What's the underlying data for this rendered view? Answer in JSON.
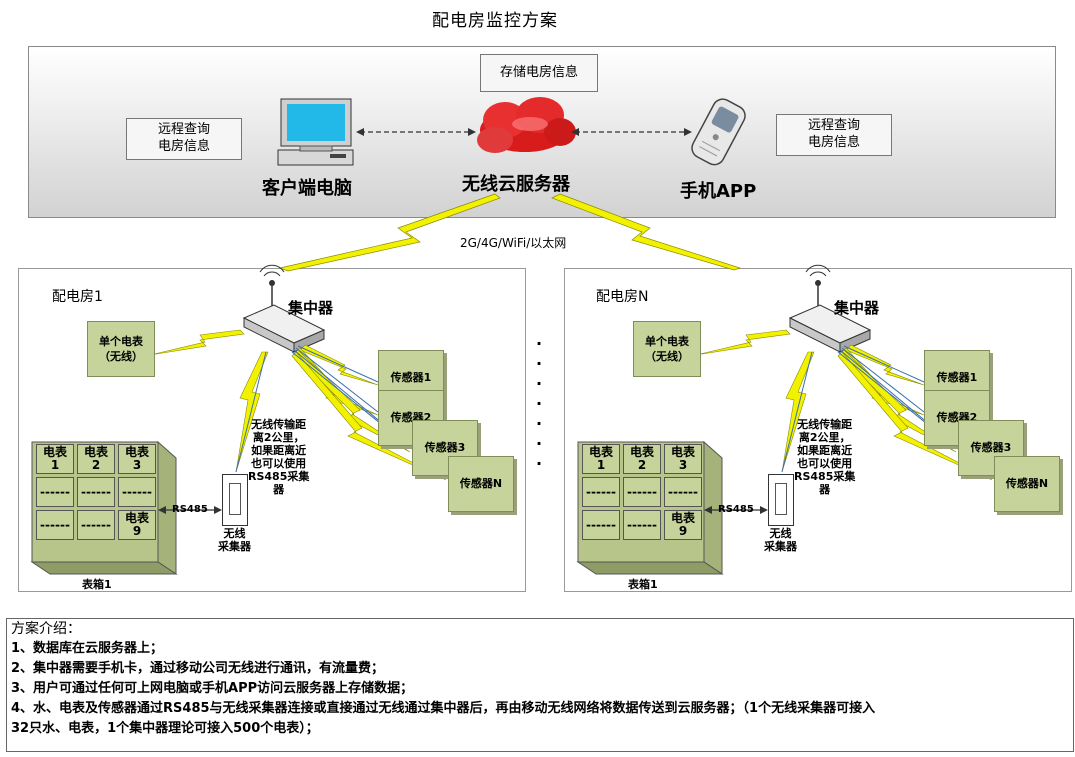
{
  "title": "配电房监控方案",
  "top": {
    "storage_label": "存储电房信息",
    "remote_left": "远程查询\n电房信息",
    "remote_right": "远程查询\n电房信息",
    "client_pc": "客户端电脑",
    "cloud_server": "无线云服务器",
    "mobile_app": "手机APP",
    "network_label": "2G/4G/WiFi/以太网"
  },
  "stations": [
    {
      "name": "配电房1",
      "concentrator": "集中器",
      "single_meter": "单个电表\n（无线）",
      "sensors": [
        "传感器1",
        "传感器2",
        "传感器3",
        "传感器N"
      ],
      "wireless_note": "无线传输距\n离2公里，\n如果距离近\n也可以使用\nRS485采集\n器",
      "rs485": "RS485",
      "collector": "无线\n采集器",
      "meter_box": "表箱1",
      "meters": [
        "电表\n1",
        "电表\n2",
        "电表\n3",
        "------",
        "------",
        "------",
        "------",
        "------",
        "电表\n9"
      ]
    },
    {
      "name": "配电房N",
      "concentrator": "集中器",
      "single_meter": "单个电表\n（无线）",
      "sensors": [
        "传感器1",
        "传感器2",
        "传感器3",
        "传感器N"
      ],
      "wireless_note": "无线传输距\n离2公里，\n如果距离近\n也可以使用\nRS485采集\n器",
      "rs485": "RS485",
      "collector": "无线\n采集器",
      "meter_box": "表箱1",
      "meters": [
        "电表\n1",
        "电表\n2",
        "电表\n3",
        "------",
        "------",
        "------",
        "------",
        "------",
        "电表\n9"
      ]
    }
  ],
  "dots": ".\n.\n.\n.\n.\n.\n.",
  "description": {
    "heading": "方案介绍：",
    "items": [
      "1、数据库在云服务器上；",
      "2、集中器需要手机卡，通过移动公司无线进行通讯，有流量费；",
      "3、用户可通过任何可上网电脑或手机APP访问云服务器上存储数据；",
      "4、水、电表及传感器通过RS485与无线采集器连接或直接通过无线通过集中器后，再由移动无线网络将数据传送到云服务器；（1个无线采集器可接入",
      "32只水、电表，1个集中器理论可接入500个电表）；"
    ]
  },
  "colors": {
    "lightning": "#f2f200",
    "box_green": "#c6d39a",
    "cloud_red": "#e02020",
    "screen": "#22b8e8"
  }
}
